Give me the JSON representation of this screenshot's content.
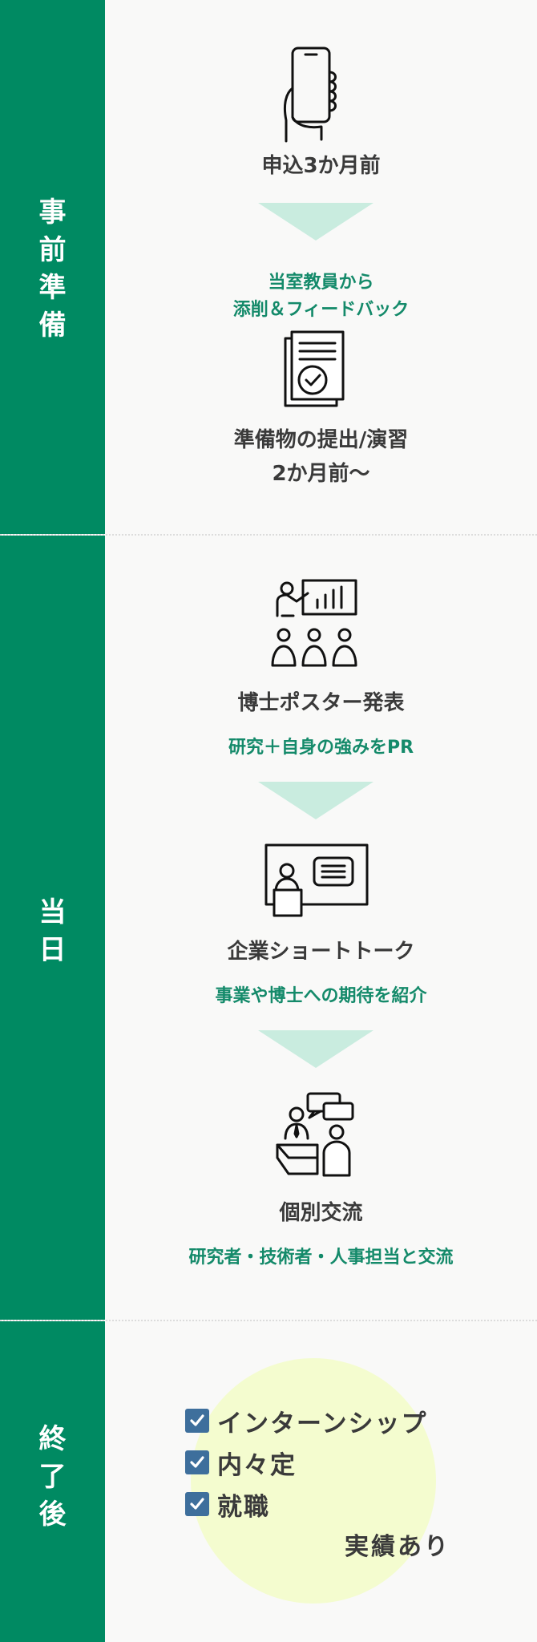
{
  "colors": {
    "green": "#008a62",
    "accent_text": "#148a6a",
    "arrow": "#c9ecdf",
    "circle": "#f4fccf",
    "check": "#3e6f9c"
  },
  "sections": {
    "prep": "事前準備",
    "day": "当日",
    "after": "終了後"
  },
  "prep": {
    "step1_title": "申込3か月前",
    "feedback_line1": "当室教員から",
    "feedback_line2": "添削＆フィードバック",
    "step2_line1": "準備物の提出/演習",
    "step2_line2": "2か月前〜"
  },
  "day": {
    "poster_title": "博士ポスター発表",
    "poster_sub": "研究＋自身の強みをPR",
    "talk_title": "企業ショートトーク",
    "talk_sub": "事業や博士への期待を紹介",
    "exchange_title": "個別交流",
    "exchange_sub": "研究者・技術者・人事担当と交流"
  },
  "after": {
    "items": [
      "インターンシップ",
      "内々定",
      "就職"
    ],
    "result": "実績あり"
  },
  "icons": {
    "phone": "smartphone-hand-icon",
    "docs": "document-check-icon",
    "presentation": "presentation-audience-icon",
    "talk": "speaker-screen-icon",
    "exchange": "conversation-icon",
    "check": "checkmark-icon"
  }
}
